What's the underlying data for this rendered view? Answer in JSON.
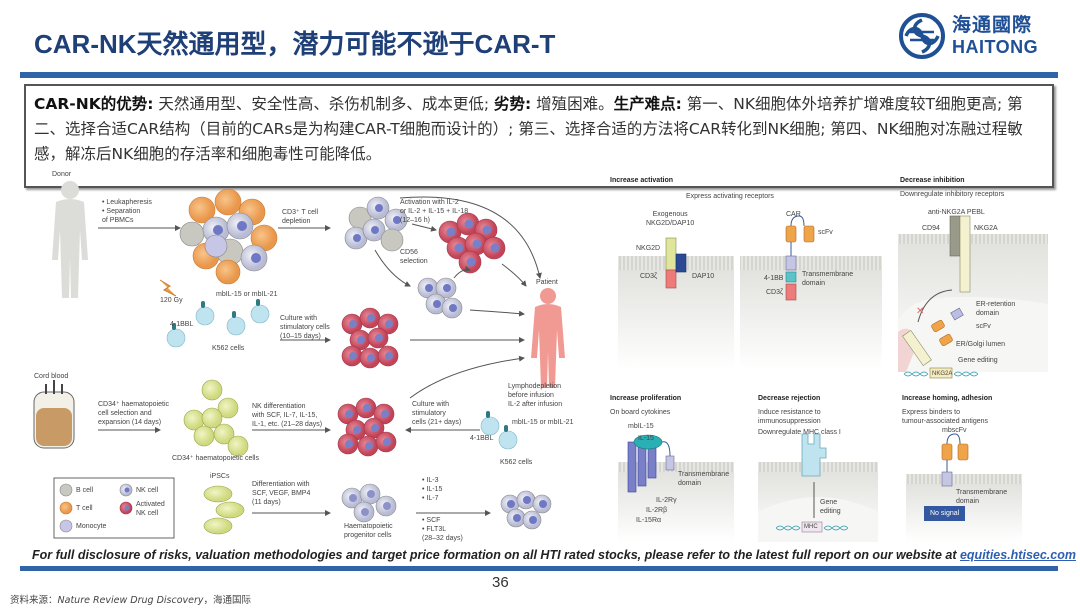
{
  "header": {
    "title": "CAR-NK天然通用型，潜力可能不逊于CAR-T",
    "logo": {
      "icon": "haitong-logo-icon",
      "cn": "海通國際",
      "en": "HAITONG"
    }
  },
  "colors": {
    "brand_blue": "#1f3f77",
    "rule_blue": "#2f64a8",
    "link_blue": "#2f5fb0"
  },
  "summary": {
    "adv_label": "CAR-NK的优势:",
    "adv_text": " 天然通用型、安全性高、杀伤机制多、成本更低; ",
    "disadv_label": "劣势:",
    "disadv_text": " 增殖困难。",
    "prod_label": "生产难点:",
    "prod_text": " 第一、NK细胞体外培养扩增难度较T细胞更高; 第二、选择合适CAR结构（目前的CARs是为构建CAR-T细胞而设计的）; 第三、选择合适的方法将CAR转化到NK细胞; 第四、NK细胞对冻融过程敏感，解冻后NK细胞的存活率和细胞毒性可能降低。"
  },
  "figure_left": {
    "donor": "Donor",
    "leuka": "• Leukapheresis\n• Separation\n  of PBMCs",
    "cd3": "CD3⁺ T cell\ndepletion",
    "activation": "Activation with IL-2\nor IL-2 + IL-15 + IL-18\n(12–16 h)",
    "cd56": "CD56\nselection",
    "patient": "Patient",
    "gy": "120 Gy",
    "mbil_top": "mbIL-15 or mbIL-21",
    "bbl_top": "4-1BBL",
    "k562_top": "K562 cells",
    "culture_top": "Culture with\nstimulatory cells\n(10–15 days)",
    "cord": "Cord blood",
    "cd34_sel": "CD34⁺ haematopoietic\ncell selection and\nexpansion (14 days)",
    "nk_diff": "NK differentiation\nwith SCF, IL-7, IL-15,\nIL-1, etc. (21–28 days)",
    "culture_mid": "Culture with\nstimulatory\ncells (21+ days)",
    "lympho": "Lymphodepletion\nbefore infusion\nIL-2 after infusion",
    "mbil_mid": "mbIL-15 or mbIL-21",
    "bbl_mid": "4-1BBL",
    "k562_mid": "K562 cells",
    "cd34_cells": "CD34⁺ haematopoietic cells",
    "ipscs": "iPSCs",
    "diff": "Differentiation with\nSCF, VEGF, BMP4\n(11 days)",
    "hpc": "Haematopoietic\nprogenitor cells",
    "cytokines1": "• IL-3\n• IL-15\n• IL-7",
    "cytokines2": "• SCF\n• FLT3L\n(28–32 days)",
    "legend": [
      {
        "label": "B cell",
        "color": "#b9b9b0"
      },
      {
        "label": "NK cell",
        "color": "#d8dae8"
      },
      {
        "label": "T cell",
        "color": "#f4b06a"
      },
      {
        "label": "Activated\nNK cell",
        "color": "#d65a6d"
      },
      {
        "label": "Monocyte",
        "color": "#c7c6e6"
      }
    ]
  },
  "figure_right": {
    "p1_title": "Increase activation",
    "p1_sub": "Express activating receptors",
    "p1_exo": "Exogenous\nNKG2D/DAP10",
    "p1_nkg2d": "NKG2D",
    "p1_cd3z_a": "CD3ζ",
    "p1_dap10": "DAP10",
    "p1_car": "CAR",
    "p1_scfv": "scFv",
    "p1_41bb": "4-1BB",
    "p1_tm": "Transmembrane\ndomain",
    "p1_cd3z_b": "CD3ζ",
    "p2_title": "Decrease inhibition",
    "p2_sub": "Downregulate inhibitory receptors",
    "p2_pebl": "anti-NKG2A PEBL",
    "p2_cd94": "CD94",
    "p2_nkg2a": "NKG2A",
    "p2_er": "ER-retention\ndomain",
    "p2_scfv": "scFv",
    "p2_golgi": "ER/Golgi lumen",
    "p2_gene": "Gene editing",
    "p2_gene_label": "NKG2A",
    "p3_title": "Increase proliferation",
    "p3_sub": "On board cytokines",
    "p3_mbil": "mbIL-15",
    "p3_il15": "IL-15",
    "p3_tm": "Transmembrane\ndomain",
    "p3_g": "IL-2Rγ",
    "p3_b": "IL-2Rβ",
    "p3_a": "IL-15Rα",
    "p4_title": "Decrease rejection",
    "p4_sub1": "Induce resistance to\nimmunosuppression",
    "p4_sub2": "Downregulate MHC class I",
    "p4_gene": "Gene\nediting",
    "p4_mhc": "MHC",
    "p5_title": "Increase homing, adhesion",
    "p5_sub": "Express binders to\ntumour-associated antigens",
    "p5_mb": "mbscFv",
    "p5_tm": "Transmembrane\ndomain",
    "p5_nosignal": "No signal"
  },
  "footer": {
    "disclaimer": "For full disclosure of risks, valuation methodologies and target price formation on all HTI rated stocks, please refer to the latest full report on our website at ",
    "link": "equities.htisec.com",
    "page_number": "36",
    "source_label": "资料来源：",
    "source_journal": "Nature Review Drug Discovery",
    "source_suffix": "，海通国际"
  }
}
